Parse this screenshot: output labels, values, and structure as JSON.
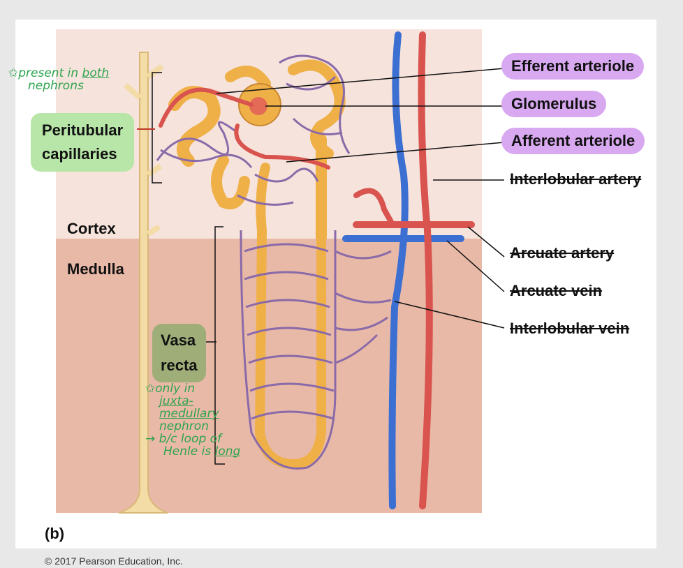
{
  "labels": {
    "efferent": "Efferent arteriole",
    "glomerulus": "Glomerulus",
    "afferent": "Afferent arteriole",
    "interlobular_artery": "Interlobular artery",
    "arcuate_artery": "Arcuate artery",
    "arcuate_vein": "Arcuate vein",
    "interlobular_vein": "Interlobular vein",
    "peritubular_line1": "Peritubular",
    "peritubular_line2": "capillaries",
    "cortex": "Cortex",
    "medulla": "Medulla",
    "vasa_line1": "Vasa",
    "vasa_line2": "recta",
    "figure_letter": "(b)",
    "copyright": "© 2017 Pearson Education, Inc."
  },
  "annotations": {
    "note1_line1": "✩present in ",
    "note1_emph": "both",
    "note1_line2": "nephrons",
    "note2_line1": "✩only in",
    "note2_line2": "juxta-",
    "note2_line3": "medullary",
    "note2_line4": "nephron",
    "note2_line5": "→ b/c loop of",
    "note2_line6a": "Henle is ",
    "note2_line6b": "long"
  },
  "colors": {
    "cortex_bg": "#f6e3dc",
    "medulla_bg": "#e9b9a7",
    "artery": "#d9534f",
    "vein": "#3b6fd1",
    "capillary": "#8a6aa8",
    "tubule": "#f0b048",
    "duct": "#f3dca6",
    "pill": "#d8a8f0",
    "green_box": "#b8e6a8",
    "olive_box": "#9fae78",
    "handwriting": "#2ea44f"
  }
}
